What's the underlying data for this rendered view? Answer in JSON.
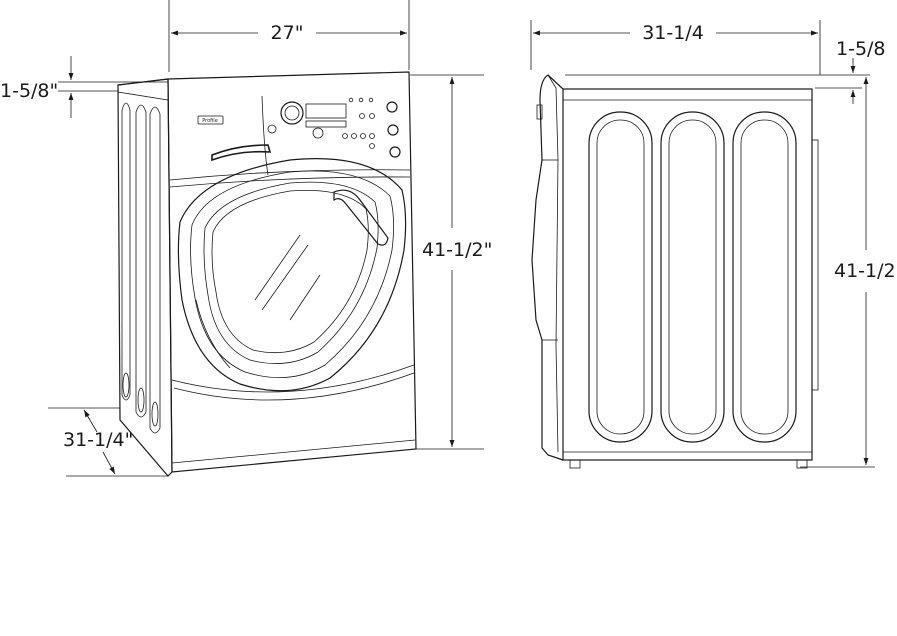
{
  "front_view": {
    "width_label": "27\"",
    "height_label": "41-1/2\"",
    "depth_label": "31-1/4\"",
    "top_offset_label": "1-5/8\"",
    "brand_badge": "Profile"
  },
  "side_view": {
    "depth_label": "31-1/4",
    "height_label": "41-1/2",
    "top_offset_label": "1-5/8"
  },
  "colors": {
    "line": "#1a1a1a",
    "background": "#ffffff"
  }
}
